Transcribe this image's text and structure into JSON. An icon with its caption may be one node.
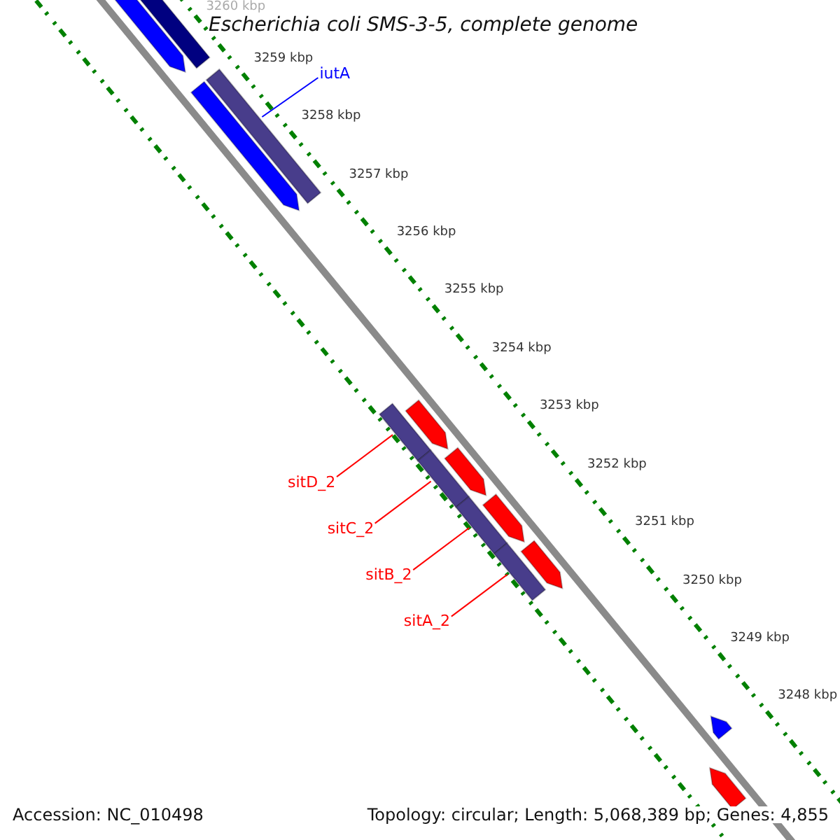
{
  "diagram": {
    "title": "Escherichia coli SMS-3-5, complete genome",
    "nodes": [
      {
        "text": [
          "iutA"
        ]
      },
      {
        "text": [],
        "shape": "bar"
      },
      {
        "text": [
          "sitD_2"
        ]
      },
      {
        "text": [],
        "shape": "bar"
      },
      {
        "text": [
          "sitC_2"
        ]
      },
      {
        "text": [],
        "shape": "bar"
      },
      {
        "text": [
          "sitB_2"
        ]
      },
      {
        "text": [],
        "shape": "bar"
      },
      {
        "text": [
          "sitA_2"
        ]
      },
      {
        "text": [],
        "shape": "bar"
      },
      {
        "text": [],
        "shape": "pentagon"
      },
      {
        "text": [],
        "shape": "bar"
      },
      {
        "text": [],
        "shape": "pentagon"
      },
      {
        "text": [],
        "shape": "pentagon"
      },
      {
        "text": [],
        "shape": "pentagon"
      },
      {
        "text": [],
        "shape": "pentagon"
      },
      {
        "text": [],
        "shape": "pentagon"
      },
      {
        "text": [],
        "shape": "pentagon"
      },
      {
        "text": [],
        "shape": "pentagon"
      }
    ],
    "edges": [
      {
        "from": 0,
        "to": 1,
        "arrow": "none",
        "color": "#0000ff"
      },
      {
        "from": 2,
        "to": 3,
        "arrow": "none"
      },
      {
        "from": 4,
        "to": 5,
        "arrow": "none"
      },
      {
        "from": 6,
        "to": 7,
        "arrow": "none"
      },
      {
        "from": 8,
        "to": 9,
        "arrow": "none"
      }
    ],
    "labels": [
      "3260 kbp",
      "3259 kbp",
      "3258 kbp",
      "3257 kbp",
      "3256 kbp",
      "3255 kbp",
      "3254 kbp",
      "3253 kbp",
      "3252 kbp",
      "3251 kbp",
      "3250 kbp",
      "3249 kbp",
      "3248 kbp",
      "Accession: NC_010498",
      "Topology: circular; Length: 5,068,389 bp; Genes: 4,855"
    ]
  }
}
